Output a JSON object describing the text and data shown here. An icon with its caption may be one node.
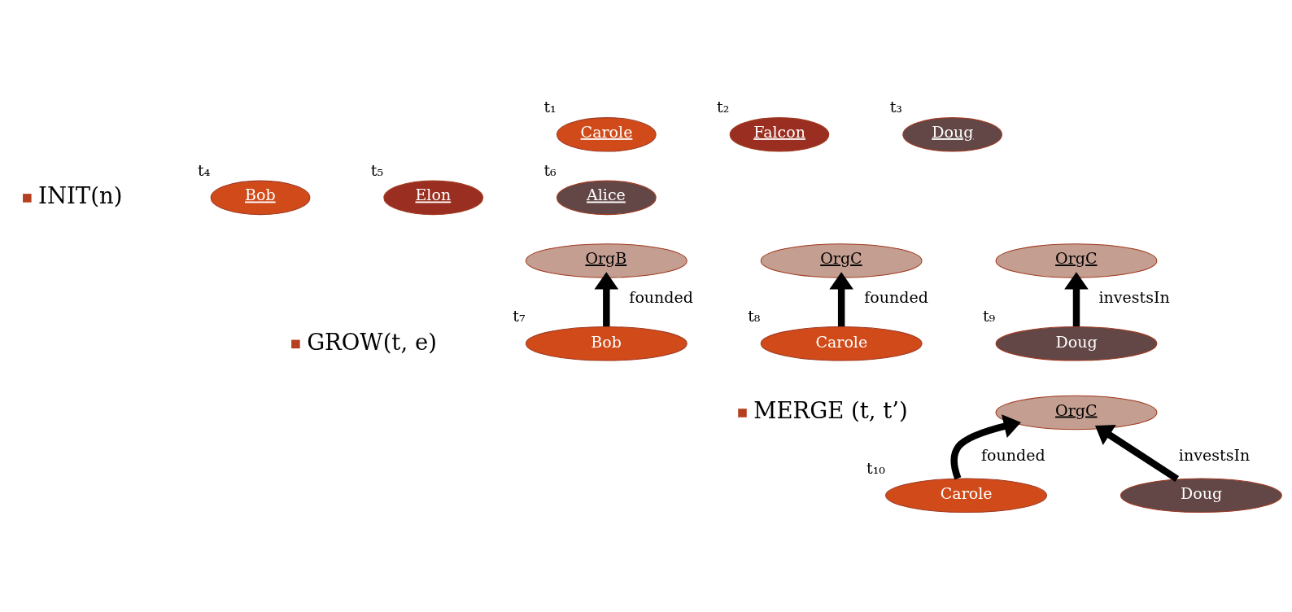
{
  "diagram": {
    "nodes": [
      {
        "text": [
          "Carole"
        ],
        "beside": [
          "t₁"
        ]
      },
      {
        "text": [
          "Falcon"
        ],
        "beside": [
          "t₂"
        ]
      },
      {
        "text": [
          "Doug"
        ],
        "beside": [
          "t₃"
        ]
      },
      {
        "text": [
          "Bob"
        ],
        "beside": [
          "t₄"
        ]
      },
      {
        "text": [
          "Elon"
        ],
        "beside": [
          "t₅"
        ]
      },
      {
        "text": [
          "Alice"
        ],
        "beside": [
          "t₆"
        ]
      },
      {
        "text": [
          "OrgB"
        ]
      },
      {
        "text": [
          "OrgC"
        ]
      },
      {
        "text": [
          "OrgC"
        ]
      },
      {
        "text": [
          "Bob"
        ],
        "beside": [
          "t₇"
        ]
      },
      {
        "text": [
          "Carole"
        ],
        "beside": [
          "t₈"
        ]
      },
      {
        "text": [
          "Doug"
        ],
        "beside": [
          "t₉"
        ]
      },
      {
        "text": [
          "OrgC"
        ]
      },
      {
        "text": [
          "Carole"
        ],
        "beside": [
          "t₁₀"
        ]
      },
      {
        "text": [
          "Doug"
        ]
      }
    ],
    "edges": [
      {
        "from": 9,
        "to": 6,
        "arrow": "to",
        "label": "founded"
      },
      {
        "from": 10,
        "to": 7,
        "arrow": "to",
        "label": "founded"
      },
      {
        "from": 11,
        "to": 8,
        "arrow": "to",
        "label": "investsIn"
      },
      {
        "from": 13,
        "to": 12,
        "arrow": "to",
        "label": "founded"
      },
      {
        "from": 14,
        "to": 12,
        "arrow": "to",
        "label": "investsIn"
      }
    ],
    "labels": [
      "INIT(n)",
      "GROW(t, e)",
      "MERGE (t, t’)"
    ]
  }
}
